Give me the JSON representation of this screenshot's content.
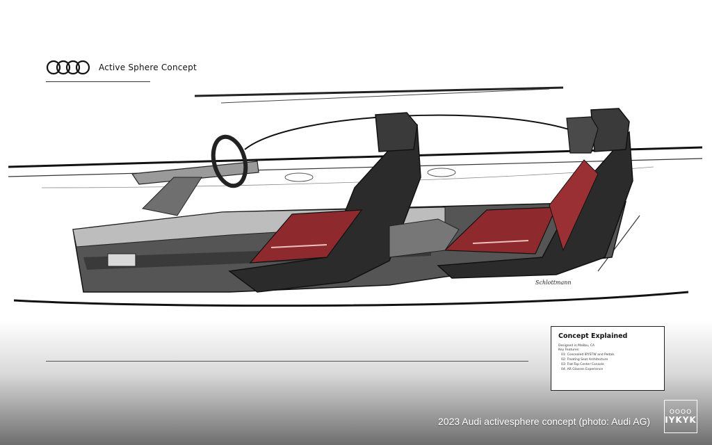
{
  "header": {
    "logo_icon": "audi-rings-icon",
    "title": "Active Sphere Concept"
  },
  "info_box": {
    "title": "Concept Explained",
    "location": "Designed in Malibu, CA",
    "features_label": "Key Features:",
    "features": [
      "01: Concealed IRYSTW and Pedals",
      "02: Floating Seat Architecture",
      "03: Flat-Top Center Console",
      "04: AR Glasses Experience"
    ]
  },
  "signature": "Schlottmann",
  "caption": "2023 Audi activesphere concept (photo: Audi AG)",
  "watermark": {
    "line1": "OOOO",
    "line2": "IYKYK"
  },
  "colors": {
    "seat_red": "#8e2a2e",
    "seat_dark": "#2b2b2b",
    "line": "#111111"
  }
}
